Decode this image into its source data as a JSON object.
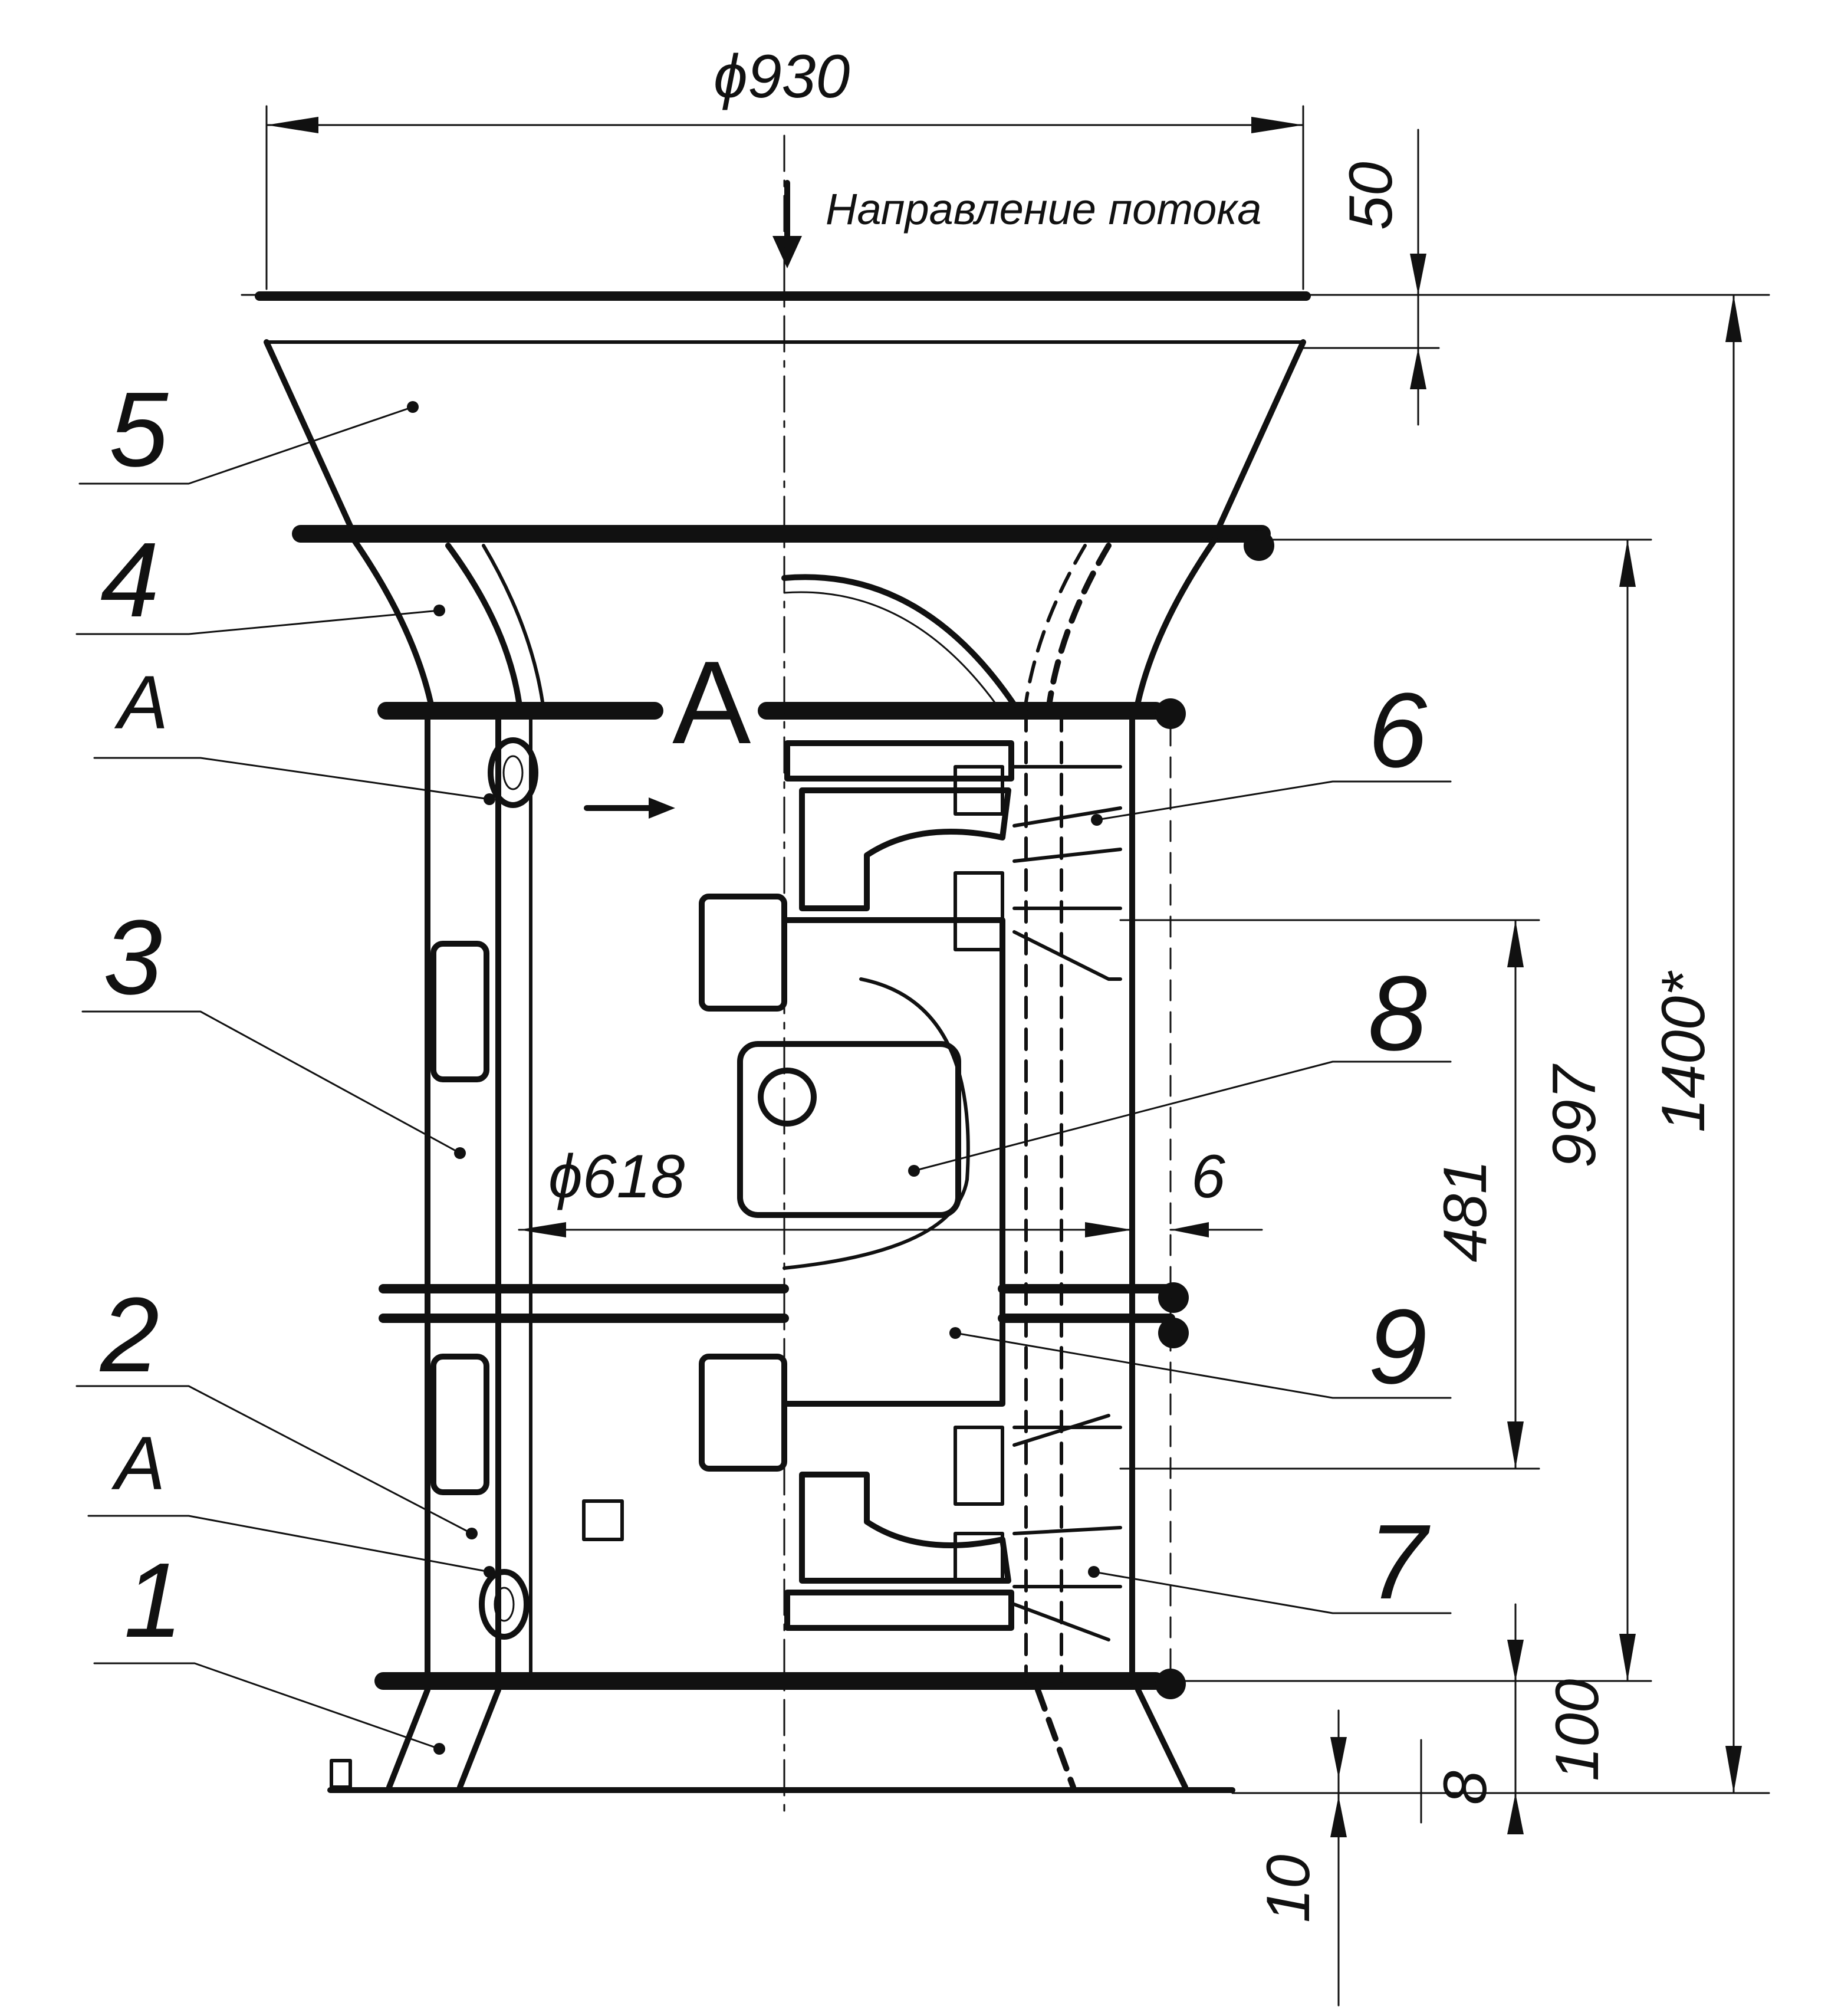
{
  "dimensions": {
    "outer_diameter": "ϕ930",
    "inner_diameter": "ϕ618",
    "flow_direction_note": "Направление потока",
    "d50": "50",
    "d1400": "1400*",
    "d997": "997",
    "d481": "481",
    "d6": "6",
    "d100": "100",
    "d8": "8",
    "d10": "10"
  },
  "parts": {
    "p1": "1",
    "p2": "2",
    "p3": "3",
    "p4": "4",
    "p5": "5",
    "p6": "6",
    "p7": "7",
    "p8": "8",
    "p9": "9",
    "a_upper": "A",
    "a_lower": "A",
    "section_mark": "A"
  }
}
